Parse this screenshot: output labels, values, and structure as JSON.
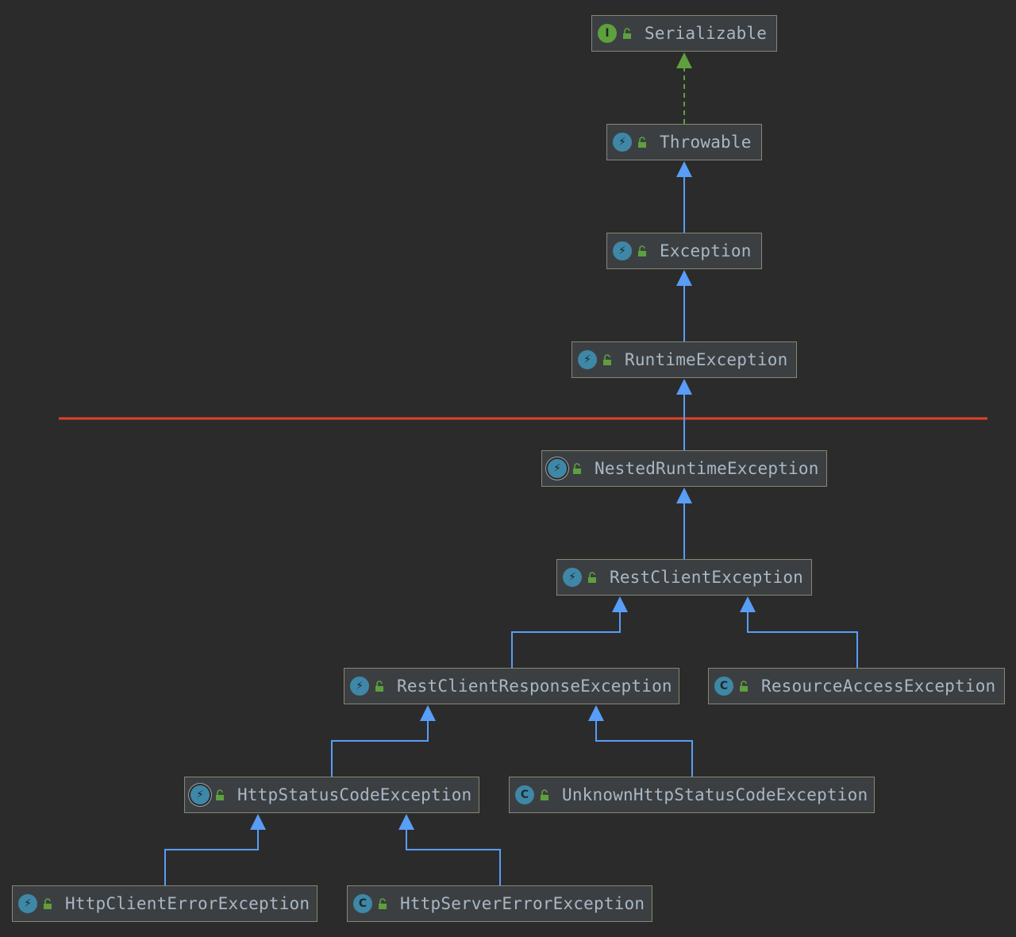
{
  "diagram": {
    "colors": {
      "background": "#2b2b2b",
      "node_fill": "#3c3f41",
      "node_border": "#888674",
      "text": "#a9b7c6",
      "extends_edge": "#589df6",
      "implements_edge": "#5e9f3e",
      "separator": "#e0412a"
    },
    "nodes": [
      {
        "id": "serializable",
        "label": "Serializable",
        "kind": "interface",
        "kind_icon": "interface-icon",
        "glyph": "I"
      },
      {
        "id": "throwable",
        "label": "Throwable",
        "kind": "exception",
        "kind_icon": "exception-class-icon",
        "glyph": "⚡"
      },
      {
        "id": "exception",
        "label": "Exception",
        "kind": "exception",
        "kind_icon": "exception-class-icon",
        "glyph": "⚡"
      },
      {
        "id": "runtime",
        "label": "RuntimeException",
        "kind": "exception",
        "kind_icon": "exception-class-icon",
        "glyph": "⚡"
      },
      {
        "id": "nested",
        "label": "NestedRuntimeException",
        "kind": "abstract",
        "kind_icon": "abstract-exception-class-icon",
        "glyph": "⚡"
      },
      {
        "id": "restclient",
        "label": "RestClientException",
        "kind": "exception",
        "kind_icon": "exception-class-icon",
        "glyph": "⚡"
      },
      {
        "id": "response",
        "label": "RestClientResponseException",
        "kind": "exception",
        "kind_icon": "exception-class-icon",
        "glyph": "⚡"
      },
      {
        "id": "resource",
        "label": "ResourceAccessException",
        "kind": "class",
        "kind_icon": "class-icon",
        "glyph": "C"
      },
      {
        "id": "statuscode",
        "label": "HttpStatusCodeException",
        "kind": "abstract",
        "kind_icon": "abstract-exception-class-icon",
        "glyph": "⚡"
      },
      {
        "id": "unknown",
        "label": "UnknownHttpStatusCodeException",
        "kind": "class",
        "kind_icon": "class-icon",
        "glyph": "C"
      },
      {
        "id": "clienterror",
        "label": "HttpClientErrorException",
        "kind": "exception",
        "kind_icon": "exception-class-icon",
        "glyph": "⚡"
      },
      {
        "id": "servererror",
        "label": "HttpServerErrorException",
        "kind": "class",
        "kind_icon": "class-icon",
        "glyph": "C"
      }
    ],
    "edges": [
      {
        "from": "throwable",
        "to": "serializable",
        "type": "implements"
      },
      {
        "from": "exception",
        "to": "throwable",
        "type": "extends"
      },
      {
        "from": "runtime",
        "to": "exception",
        "type": "extends"
      },
      {
        "from": "nested",
        "to": "runtime",
        "type": "extends"
      },
      {
        "from": "restclient",
        "to": "nested",
        "type": "extends"
      },
      {
        "from": "response",
        "to": "restclient",
        "type": "extends"
      },
      {
        "from": "resource",
        "to": "restclient",
        "type": "extends"
      },
      {
        "from": "statuscode",
        "to": "response",
        "type": "extends"
      },
      {
        "from": "unknown",
        "to": "response",
        "type": "extends"
      },
      {
        "from": "clienterror",
        "to": "statuscode",
        "type": "extends"
      },
      {
        "from": "servererror",
        "to": "statuscode",
        "type": "extends"
      }
    ]
  }
}
